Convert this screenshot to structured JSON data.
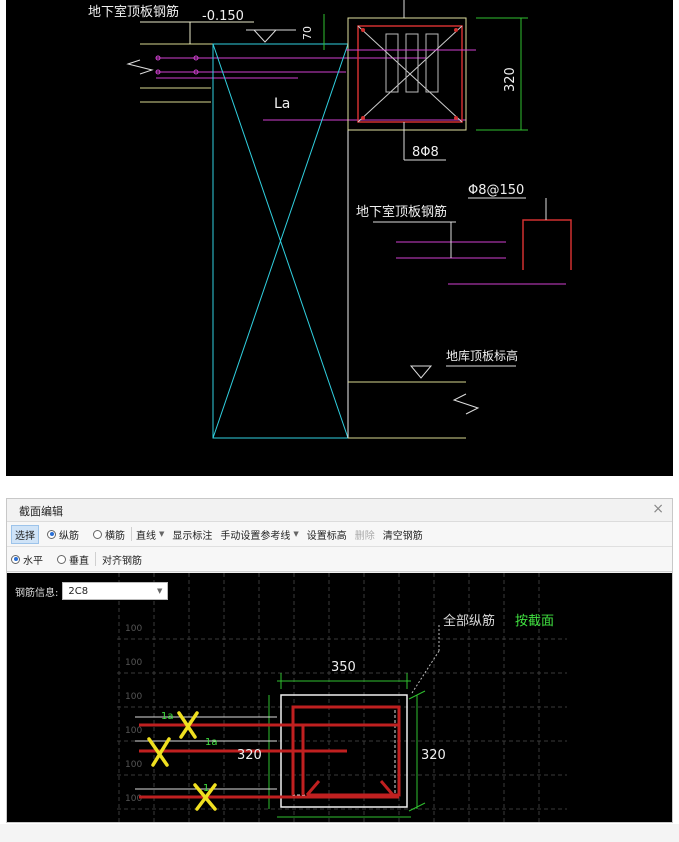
{
  "cad": {
    "labels": {
      "basement_roof_rebar_top": "地下室顶板钢筋",
      "elevation": "-0.150",
      "dim_70": "70",
      "dim_320": "320",
      "la": "La",
      "rebar_8phi8": "8Φ8",
      "stirrup": "Φ8@150",
      "basement_roof_rebar_mid": "地下室顶板钢筋",
      "basement_roof_elev": "地库顶板标高"
    }
  },
  "panel": {
    "title": "截面编辑",
    "close": "×",
    "toolbar1": {
      "select": "选择",
      "longitudinal": "纵筋",
      "transverse": "横筋",
      "line": "直线",
      "show_annotation": "显示标注",
      "manual_ref_line": "手动设置参考线",
      "set_elevation": "设置标高",
      "delete": "删除",
      "clear_rebar": "清空钢筋"
    },
    "toolbar2": {
      "horizontal": "水平",
      "vertical": "垂直",
      "align_rebar": "对齐钢筋"
    },
    "rebar_info": {
      "label": "钢筋信息:",
      "value": "2C8"
    },
    "canvas": {
      "grid_labels": [
        "100",
        "100",
        "100",
        "100",
        "100",
        "100"
      ],
      "all_long_rebar": "全部纵筋",
      "by_section": "按截面",
      "dim_350": "350",
      "dim_320_left": "320",
      "dim_320_right": "320",
      "la1": "1a",
      "la2": "1a",
      "la3": "1"
    }
  }
}
